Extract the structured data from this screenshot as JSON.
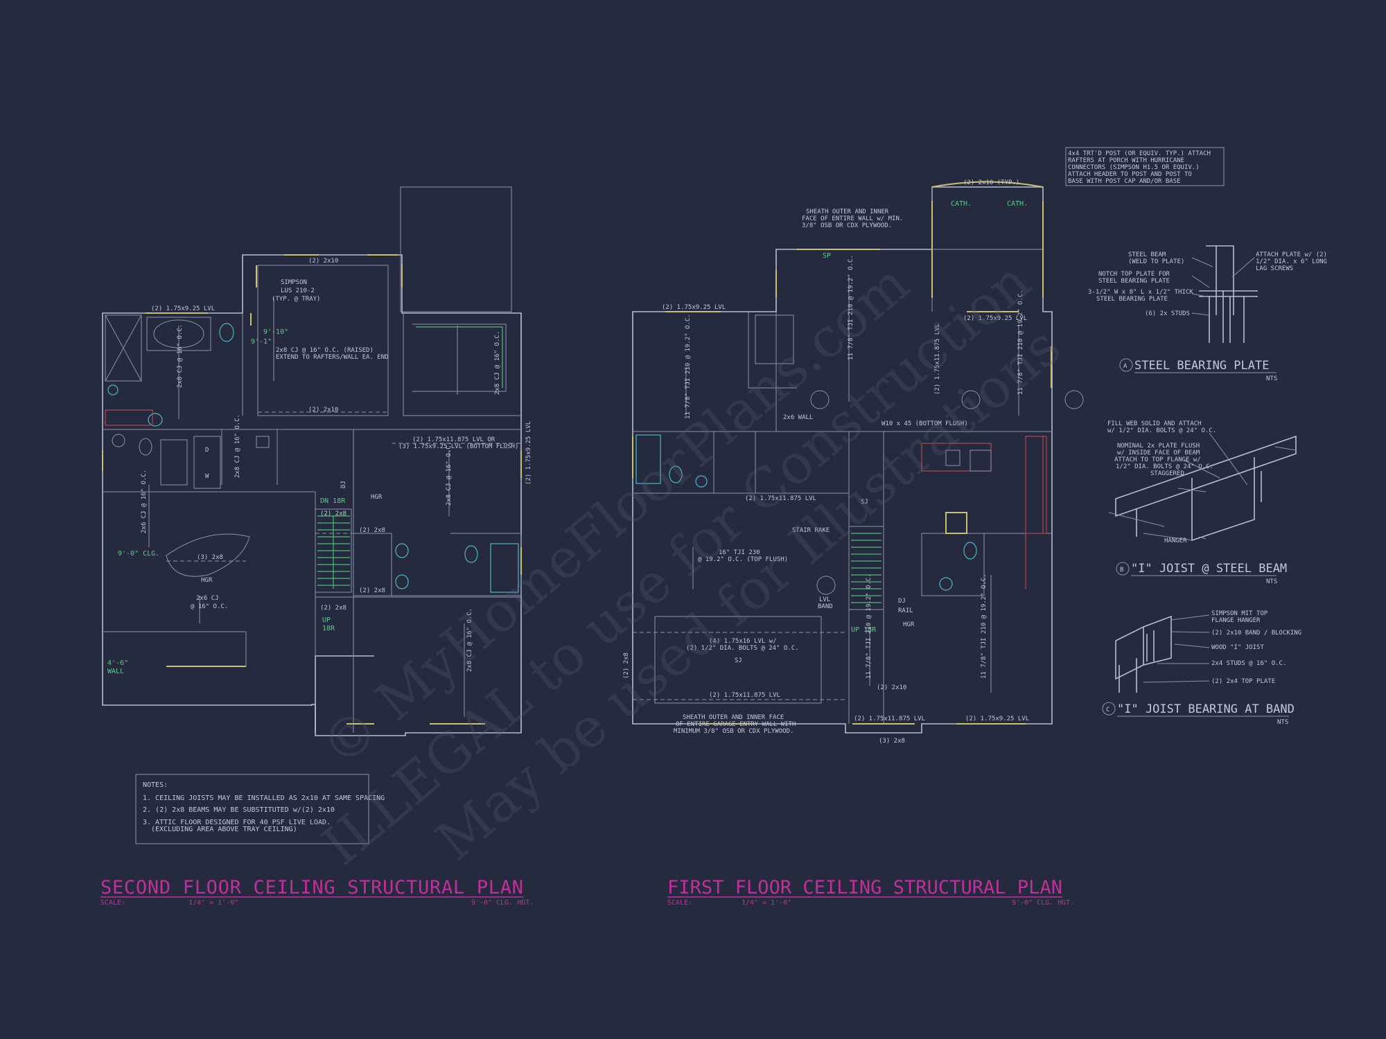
{
  "plans": {
    "second": {
      "title": "SECOND FLOOR CEILING STRUCTURAL PLAN",
      "scale_label": "SCALE:",
      "scale_value": "1/4\" = 1'-0\"",
      "clg_height": "9'-0\" CLG. HGT."
    },
    "first": {
      "title": "FIRST FLOOR CEILING STRUCTURAL PLAN",
      "scale_label": "SCALE:",
      "scale_value": "1/4\" = 1'-0\"",
      "clg_height": "9'-0\" CLG. HGT."
    }
  },
  "notes": {
    "heading": "NOTES:",
    "items": [
      "1.  CEILING JOISTS MAY BE INSTALLED AS 2x10 AT SAME SPACING",
      "2.  (2) 2x8 BEAMS MAY BE SUBSTITUTED w/(2) 2x10",
      "3.  ATTIC FLOOR DESIGNED FOR 40 PSF LIVE LOAD.",
      "(EXCLUDING AREA ABOVE TRAY CEILING)"
    ]
  },
  "second_labels": {
    "lvl_top": "(2) 1.75x9.25 LVL",
    "top_2x10": "(2) 2x10",
    "mid_2x10": "(2) 2x10",
    "simpson": "SIMPSON",
    "lus": "LUS 210-2",
    "typ_tray": "(TYP. @ TRAY)",
    "cj_raised": "2x8 CJ @ 16\" O.C. (RAISED)",
    "extend": "EXTEND TO RAFTERS/WALL EA. END",
    "clg_910": "9'-10\"",
    "clg_91": "9'-1\"",
    "cj_bath": "2x8 CJ @ 16\" O.C.",
    "cj_right": "2x8 CJ @ 16\" O.C.",
    "lvl_or_1": "(2) 1.75x11.875 LVL OR",
    "lvl_or_2": "(3) 1.75x9.25 LVL (BOTTOM FLUSH)",
    "lvl_vert": "(2) 1.75x9.25 LVL",
    "cj_mid": "2x8 CJ @ 16\" O.C.",
    "cj_small": "2x8 CJ @ 16\" O.C.",
    "cj_left": "2x6 CJ @ 16\" O.C.",
    "clg_90": "9'-0\" CLG.",
    "beam_3_2x8": "(3) 2x8",
    "hgr": "HGR",
    "cj_lower": "2x6 CJ",
    "cj_lower2": "@ 16\" O.C.",
    "wall_46": "4'-6\"",
    "wall_word": "WALL",
    "dn_label": "DN 18R",
    "beam_2x8_a": "(2) 2x8",
    "beam_2x8_b": "(2) 2x8",
    "beam_2x8_c": "(2) 2x8",
    "beam_2x8_d": "(2) 2x8",
    "up_label": "UP",
    "up_r": "18R",
    "cj_bottom": "2x8 CJ @ 16\" O.C.",
    "dj": "DJ",
    "hgr2": "HGR",
    "bath_d": "D",
    "bath_w": "W"
  },
  "first_labels": {
    "sheath_1": "SHEATH OUTER AND INNER",
    "sheath_2": "FACE OF ENTIRE WALL w/ MIN.",
    "sheath_3": "3/8\" OSB OR CDX PLYWOOD.",
    "porch_2x10": "(2) 2x10 (TYP.)",
    "cath_a": "CATH.",
    "cath_b": "CATH.",
    "post_1": "4x4 TRT'D POST (OR EQUIV. TYP.) ATTACH",
    "post_2": "RAFTERS AT PORCH WITH HURRICANE",
    "post_3": "CONNECTORS (SIMPSON H1.5 OR EQUIV.)",
    "post_4": "ATTACH HEADER TO POST AND POST TO",
    "post_5": "BASE WITH POST CAP AND/OR BASE",
    "sp": "SP",
    "lvl_left": "(2) 1.75x9.25 LVL",
    "tji_left": "11 7/8\" TJI 210 @ 19.2\" O.C.",
    "tji_center": "11 7/8\" TJI 210 @ 19.2\" O.C.",
    "lvl_vert_c": "(2) 1.75x11.875 LVL",
    "lvl_porch": "(2) 1.75x9.25 LVL",
    "tji_right": "11 7/8\" TJI 210 @ 19.2\" O.C.",
    "wall_2x6": "2x6 WALL",
    "w10": "W10 x 45  (BOTTOM FLUSH)",
    "lvl_mid": "(2) 1.75x11.875 LVL",
    "stair_rake": "STAIR RAKE",
    "tji_16_1": "16\" TJI 230",
    "tji_16_2": "@ 19.2\" O.C. (TOP FLUSH)",
    "lvl_band": "LVL",
    "lvl_band2": "BAND",
    "dj": "DJ",
    "rail": "RAIL",
    "hgr": "HGR",
    "up_18r": "UP 18R",
    "garage_lvl_1": "(4) 1.75x16 LVL w/",
    "garage_lvl_2": "(2) 1/2\" DIA. BOLTS @ 24\" O.C.",
    "lvl_garage_bot": "(2) 1.75x11.875 LVL",
    "left_2x8": "(2) 2x8",
    "sheath_g1": "SHEATH OUTER AND INNER FACE",
    "sheath_g2": "OF ENTIRE GARAGE ENTRY WALL WITH",
    "sheath_g3": "MINIMUM 3/8\" OSB OR CDX PLYWOOD.",
    "lvl_bot_a": "(2) 1.75x11.875 LVL",
    "lvl_bot_b": "(2) 1.75x9.25 LVL",
    "beam_3_2x8": "(3) 2x8",
    "beam_2x10": "(2) 2x10",
    "tji_small": "11 7/8\" TJI 210 @ 19.2\" O.C.",
    "tji_bottom": "11 7/8\" TJI 210 @ 19.2\" O.C.",
    "sj": "SJ",
    "sj2": "SJ"
  },
  "details": {
    "a": {
      "letter": "A",
      "title": "STEEL BEARING PLATE",
      "nts": "NTS",
      "callouts": [
        "STEEL BEAM",
        "(WELD TO PLATE)",
        "NOTCH TOP PLATE FOR",
        "STEEL BEARING PLATE",
        "3-1/2\" W x 8\" L x 1/2\" THICK",
        "STEEL BEARING PLATE",
        "(6) 2x STUDS",
        "ATTACH PLATE w/ (2)",
        "1/2\" DIA. x 6\" LONG",
        "LAG SCREWS"
      ]
    },
    "b": {
      "letter": "B",
      "title": "\"I\" JOIST @ STEEL BEAM",
      "nts": "NTS",
      "callouts": [
        "FILL WEB SOLID AND ATTACH",
        "w/ 1/2\" DIA. BOLTS @ 24\" O.C.",
        "NOMINAL 2x PLATE FLUSH",
        "w/ INSIDE FACE OF BEAM",
        "ATTACH TO TOP FLANGE w/",
        "1/2\" DIA. BOLTS @ 24\" O.C.",
        "STAGGERED",
        "HANGER"
      ]
    },
    "c": {
      "letter": "C",
      "title": "\"I\" JOIST BEARING AT BAND",
      "nts": "NTS",
      "callouts": [
        "SIMPSON MIT TOP",
        "FLANGE HANGER",
        "(2) 2x10 BAND / BLOCKING",
        "WOOD \"I\" JOIST",
        "2x4 STUDS @ 16\" O.C.",
        "(2) 2x4 TOP PLATE"
      ]
    }
  },
  "watermark": {
    "line1": "© MyHomeFloorPlans.com",
    "line2": "ILLEGAL to use for Construction",
    "line3": "May be used for Illustrations"
  },
  "colors": {
    "background": "#262a3f",
    "linework": "#b9bdd4",
    "title": "#c0309b",
    "beam_highlight": "#c9c46a",
    "note_green": "#55d084"
  }
}
